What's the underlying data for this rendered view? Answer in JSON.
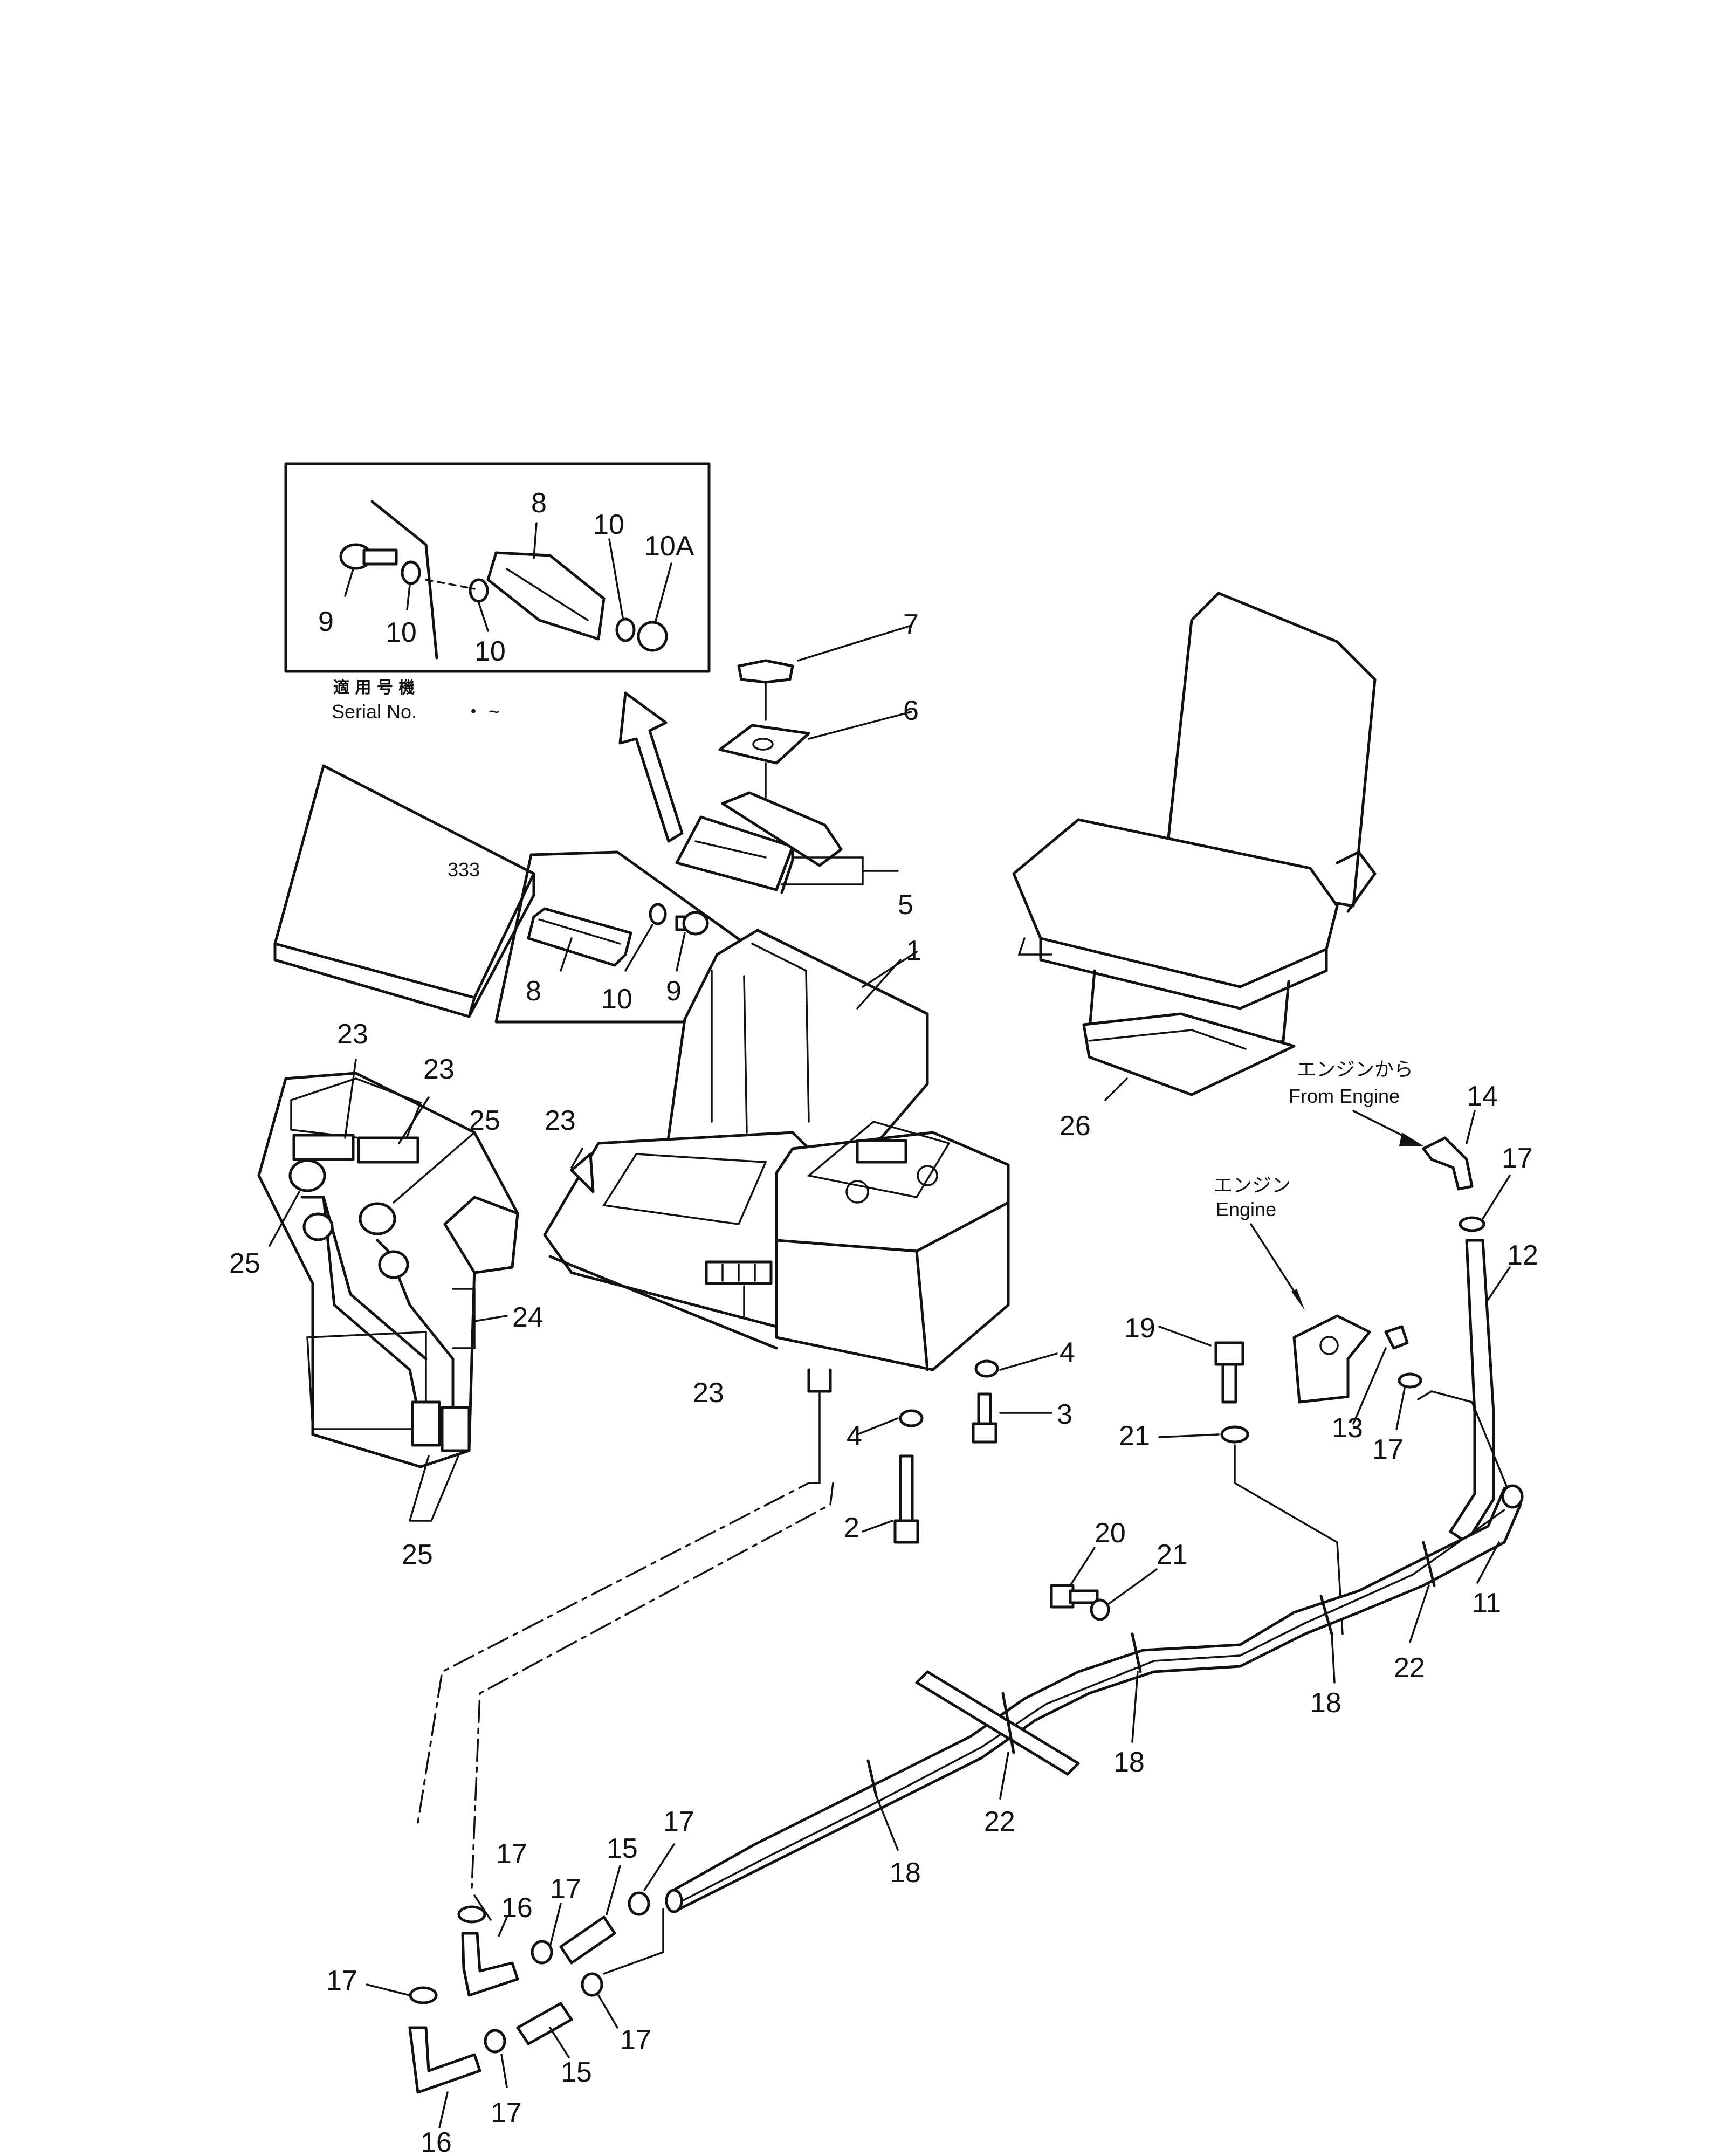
{
  "inset": {
    "applicable_label": "適 用 号 機",
    "serial_label": "Serial No.",
    "serial_range": "・ ~"
  },
  "annotations": {
    "from_engine_jp": "エンジンから",
    "from_engine_en": "From Engine",
    "engine_jp": "エンジン",
    "engine_en": "Engine"
  },
  "callouts": {
    "c1": "1",
    "c2": "2",
    "c3": "3",
    "c4a": "4",
    "c4b": "4",
    "c5": "5",
    "c6": "6",
    "c7": "7",
    "c8a": "8",
    "c8b": "8",
    "c9a": "9",
    "c9b": "9",
    "c10a": "10",
    "c10b": "10",
    "c10c": "10",
    "c10d": "10",
    "c10A": "10A",
    "c11": "11",
    "c12": "12",
    "c13": "13",
    "c14": "14",
    "c15a": "15",
    "c15b": "15",
    "c16a": "16",
    "c16b": "16",
    "c17a": "17",
    "c17b": "17",
    "c17c": "17",
    "c17d": "17",
    "c17e": "17",
    "c17f": "17",
    "c17g": "17",
    "c17h": "17",
    "c18a": "18",
    "c18b": "18",
    "c18c": "18",
    "c19": "19",
    "c20": "20",
    "c21a": "21",
    "c21b": "21",
    "c22a": "22",
    "c22b": "22",
    "c23a": "23",
    "c23b": "23",
    "c23c": "23",
    "c23d": "23",
    "c24": "24",
    "c25a": "25",
    "c25b": "25",
    "c25c": "25",
    "c26": "26"
  }
}
